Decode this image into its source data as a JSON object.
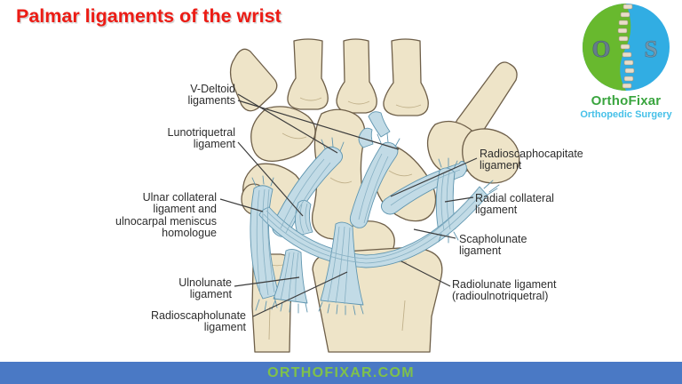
{
  "title": {
    "text": "Palmar ligaments of the wrist",
    "color": "#ec1c15"
  },
  "logo": {
    "brand": "OrthoFixar",
    "tagline": "Orthopedic Surgery",
    "monogram_left": "O",
    "monogram_right": "S",
    "green": "#68b92e",
    "blue": "#31ade3"
  },
  "figure": {
    "labels": [
      {
        "id": "v-deltoid",
        "text": "V-Deltoid\nligaments"
      },
      {
        "id": "lunotriquetral",
        "text": "Lunotriquetral\nligament"
      },
      {
        "id": "ulnar-collateral",
        "text": "Ulnar collateral\nligament and\nulnocarpal meniscus\nhomologue"
      },
      {
        "id": "ulnolunate",
        "text": "Ulnolunate\nligament"
      },
      {
        "id": "radioscapholunate",
        "text": "Radioscapholunate\nligament"
      },
      {
        "id": "radioscaphocapitate",
        "text": "Radioscaphocapitate\nligament"
      },
      {
        "id": "radial-collateral",
        "text": "Radial collateral\nligament"
      },
      {
        "id": "scapholunate",
        "text": "Scapholunate\nligament"
      },
      {
        "id": "radiolunate",
        "text": "Radiolunate ligament\n(radioulnotriquetral)"
      }
    ],
    "colors": {
      "bone": "#eee4c8",
      "bone_outline": "#6e5f49",
      "ligament": "#c2dbe6",
      "ligament_outline": "#6096b0",
      "leader_line": "#3c3c3c"
    }
  },
  "footer": {
    "text": "ORTHOFIXAR.COM",
    "background": "#4a79c5",
    "color": "#7fc14b"
  }
}
